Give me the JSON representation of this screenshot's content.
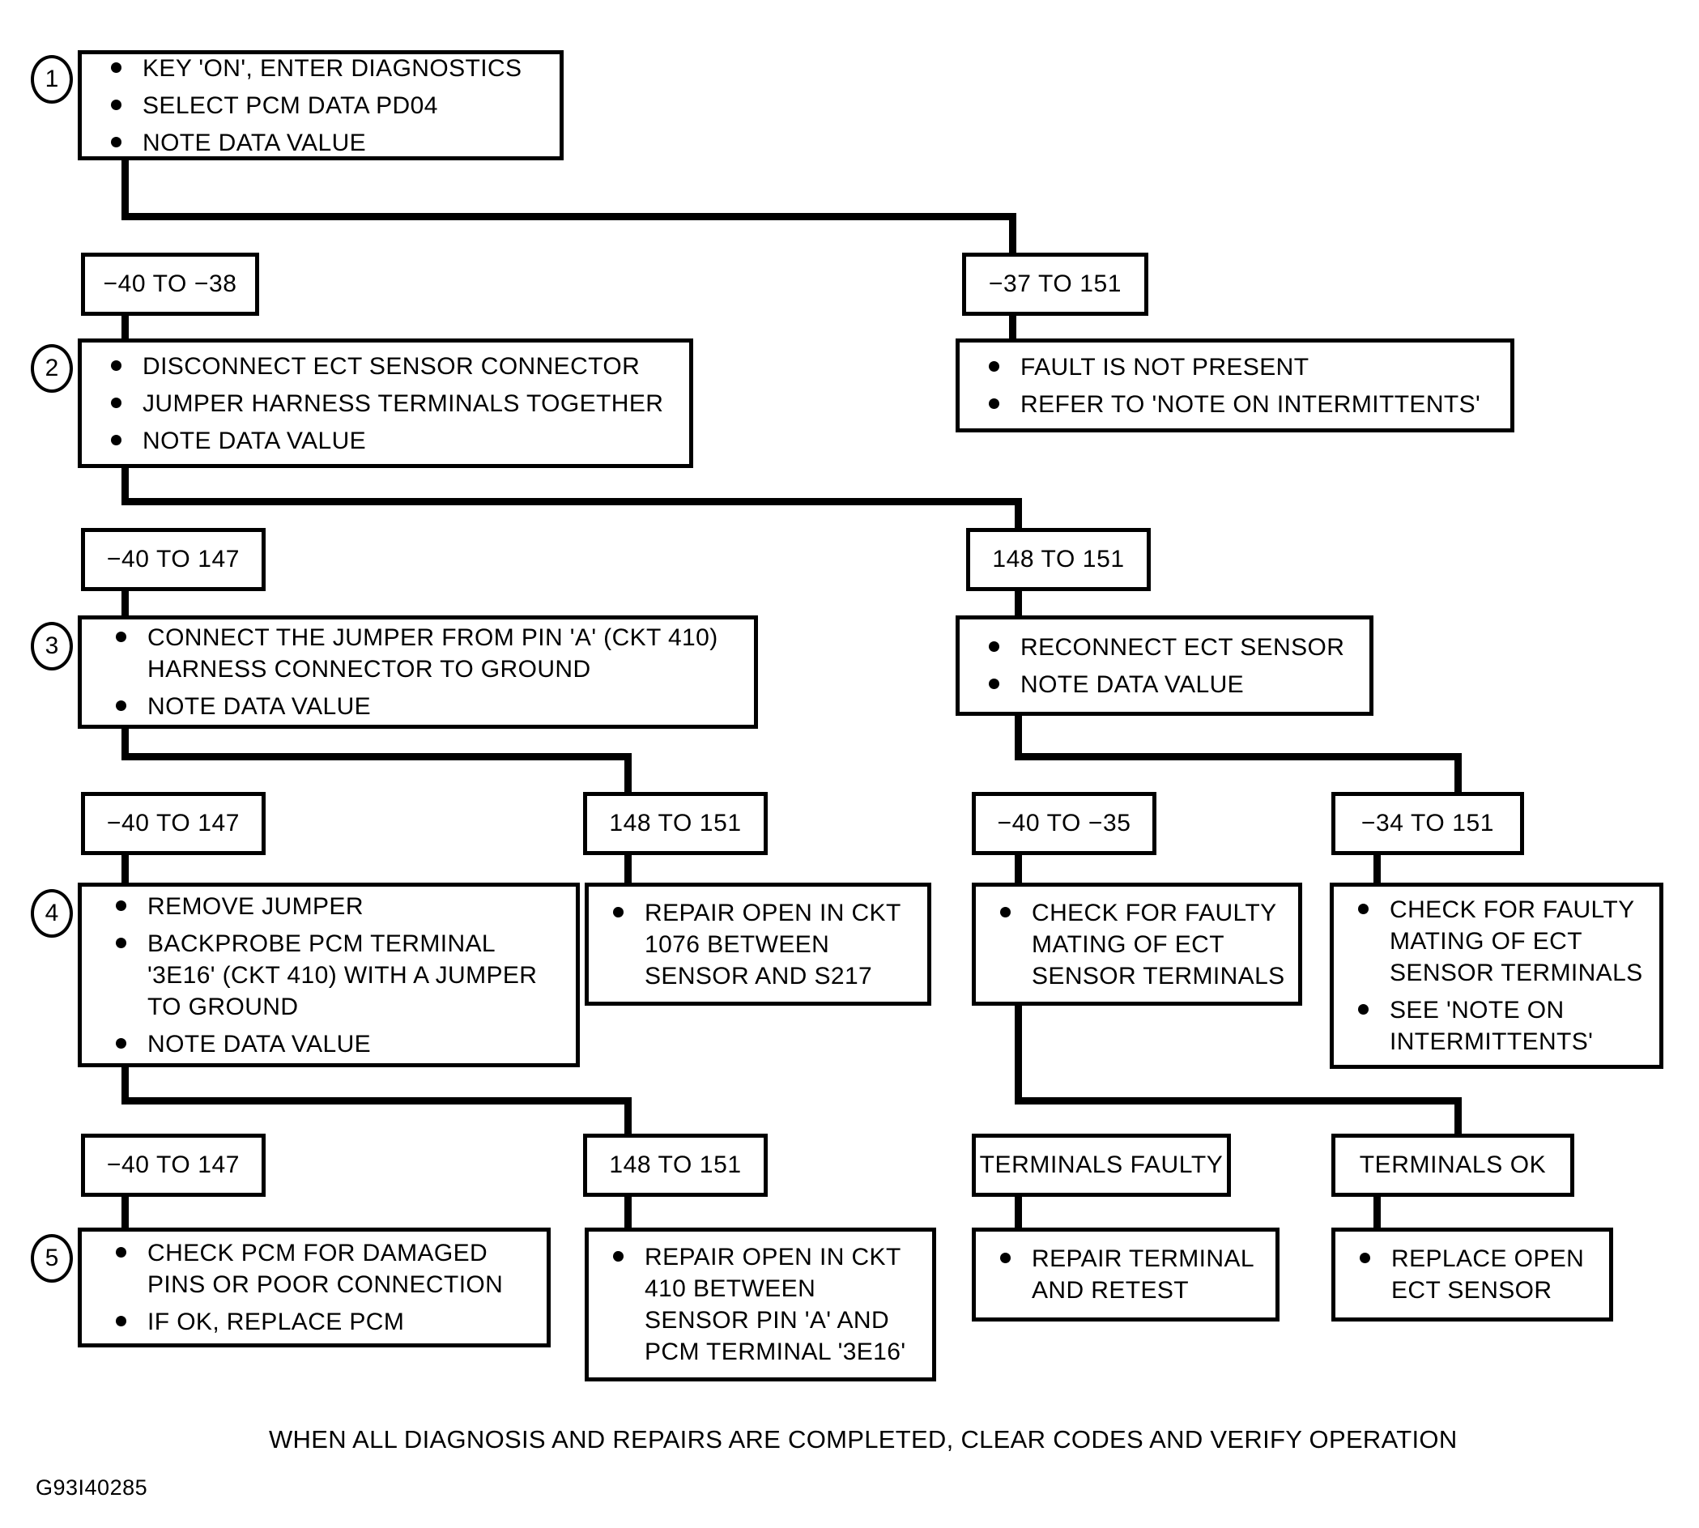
{
  "document": {
    "type": "diagnostic-flowchart",
    "reference_code": "G93I40285",
    "footer_note": "WHEN ALL DIAGNOSIS AND REPAIRS ARE COMPLETED, CLEAR CODES AND VERIFY OPERATION"
  },
  "steps": {
    "s1": {
      "number": "1",
      "items": [
        "KEY 'ON', ENTER DIAGNOSTICS",
        "SELECT PCM DATA PD04",
        "NOTE DATA VALUE"
      ]
    },
    "s2": {
      "number": "2",
      "items": [
        "DISCONNECT ECT SENSOR CONNECTOR",
        "JUMPER HARNESS TERMINALS TOGETHER",
        "NOTE DATA VALUE"
      ]
    },
    "s3": {
      "number": "3",
      "items": [
        "CONNECT THE JUMPER FROM PIN 'A' (CKT 410)\nHARNESS CONNECTOR TO GROUND",
        "NOTE DATA VALUE"
      ]
    },
    "s4": {
      "number": "4",
      "items": [
        "REMOVE JUMPER",
        "BACKPROBE PCM TERMINAL\n'3E16' (CKT 410) WITH A JUMPER\nTO GROUND",
        "NOTE DATA VALUE"
      ]
    },
    "s5": {
      "number": "5",
      "items": [
        "CHECK PCM FOR DAMAGED\nPINS OR POOR CONNECTION",
        "IF OK,  REPLACE PCM"
      ]
    }
  },
  "ranges": {
    "r1_left": "−40 TO −38",
    "r1_right": "−37 TO 151",
    "r2_left": "−40 TO 147",
    "r2_right": "148 TO 151",
    "r3_left": "−40 TO 147",
    "r3_mid": "148 TO 151",
    "r3_right_a": "−40 TO −35",
    "r3_right_b": "−34 TO 151",
    "r4_left": "−40 TO 147",
    "r4_mid": "148 TO 151",
    "r4_right_a": "TERMINALS FAULTY",
    "r4_right_b": "TERMINALS OK"
  },
  "outcomes": {
    "fault_not_present": {
      "items": [
        "FAULT IS NOT PRESENT",
        "REFER TO 'NOTE ON INTERMITTENTS'"
      ]
    },
    "reconnect_ect": {
      "items": [
        "RECONNECT ECT SENSOR",
        "NOTE DATA VALUE"
      ]
    },
    "repair_ckt_1076": {
      "items": [
        "REPAIR OPEN IN CKT\n1076 BETWEEN\nSENSOR AND S217"
      ]
    },
    "check_mating_a": {
      "items": [
        "CHECK FOR FAULTY\nMATING OF ECT\nSENSOR TERMINALS"
      ]
    },
    "check_mating_b": {
      "items": [
        "CHECK FOR FAULTY\nMATING OF ECT\nSENSOR TERMINALS",
        "SEE 'NOTE ON\nINTERMITTENTS'"
      ]
    },
    "repair_ckt_410": {
      "items": [
        "REPAIR OPEN IN CKT\n410 BETWEEN\nSENSOR PIN 'A' AND\nPCM TERMINAL '3E16'"
      ]
    },
    "repair_terminal": {
      "items": [
        "REPAIR TERMINAL\nAND RETEST"
      ]
    },
    "replace_sensor": {
      "items": [
        "REPLACE OPEN\nECT SENSOR"
      ]
    }
  }
}
